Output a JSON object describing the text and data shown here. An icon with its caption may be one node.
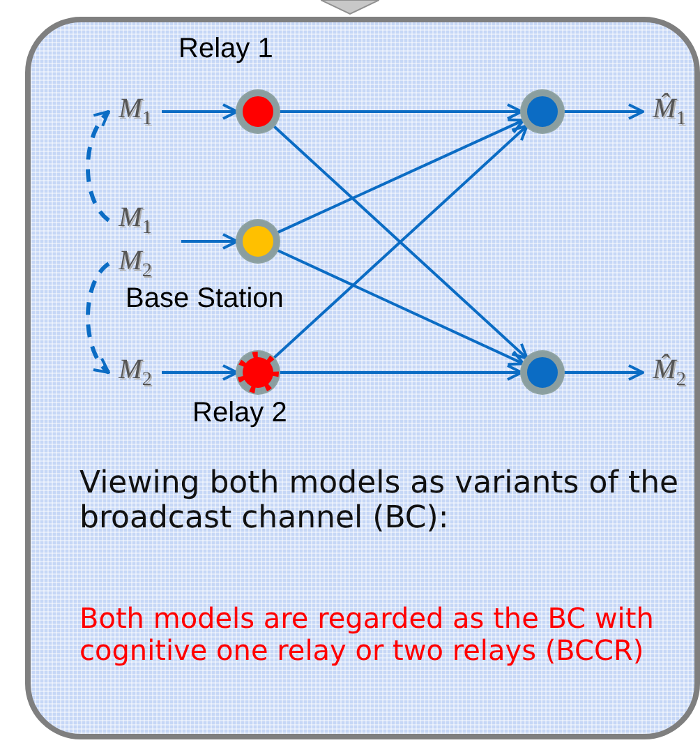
{
  "diagram": {
    "nodes": [
      {
        "text": [
          "Viewing both models as variants of the broadcast channel (BC):",
          "Both models are regarded as the BC with cognitive one relay or two relays (BCCR)"
        ]
      },
      {
        "text": [
          "*M*$_{1}$"
        ],
        "in": 0
      },
      {
        "text": [],
        "shape": "circle",
        "beside": [
          "Relay 1"
        ],
        "in": 0
      },
      {
        "text": [],
        "shape": "circle",
        "in": 0
      },
      {
        "text": [
          "*M̂*$_{1}$"
        ],
        "in": 0
      },
      {
        "text": [
          "*M*$_{1}$"
        ],
        "in": 0
      },
      {
        "text": [
          "*M*$_{2}$"
        ],
        "in": 0
      },
      {
        "text": [],
        "shape": "circle",
        "beside": [
          "Base Station"
        ],
        "in": 0
      },
      {
        "text": [
          "*M*$_{2}$"
        ],
        "in": 0
      },
      {
        "text": [],
        "shape": "circle",
        "beside": [
          "Relay 2"
        ],
        "in": 0
      },
      {
        "text": [],
        "shape": "circle",
        "in": 0
      },
      {
        "text": [
          "*M̂*$_{2}$"
        ],
        "in": 0
      }
    ],
    "edges": [
      {
        "from": 1,
        "to": 2,
        "arrow": "to"
      },
      {
        "from": null,
        "to": 7,
        "arrow": "to"
      },
      {
        "from": 8,
        "to": 9,
        "arrow": "to"
      },
      {
        "from": 2,
        "to": 3,
        "arrow": "to"
      },
      {
        "from": 2,
        "to": 10,
        "arrow": "to"
      },
      {
        "from": 7,
        "to": 3,
        "arrow": "to"
      },
      {
        "from": 7,
        "to": 10,
        "arrow": "to"
      },
      {
        "from": 9,
        "to": 3,
        "arrow": "to"
      },
      {
        "from": 9,
        "to": 10,
        "arrow": "to"
      },
      {
        "from": 3,
        "to": 4,
        "arrow": "to"
      },
      {
        "from": 10,
        "to": 11,
        "arrow": "to"
      },
      {
        "from": 5,
        "to": 1,
        "arrow": "to",
        "style": "dashed"
      },
      {
        "from": 6,
        "to": 8,
        "arrow": "to",
        "style": "dashed"
      }
    ]
  }
}
